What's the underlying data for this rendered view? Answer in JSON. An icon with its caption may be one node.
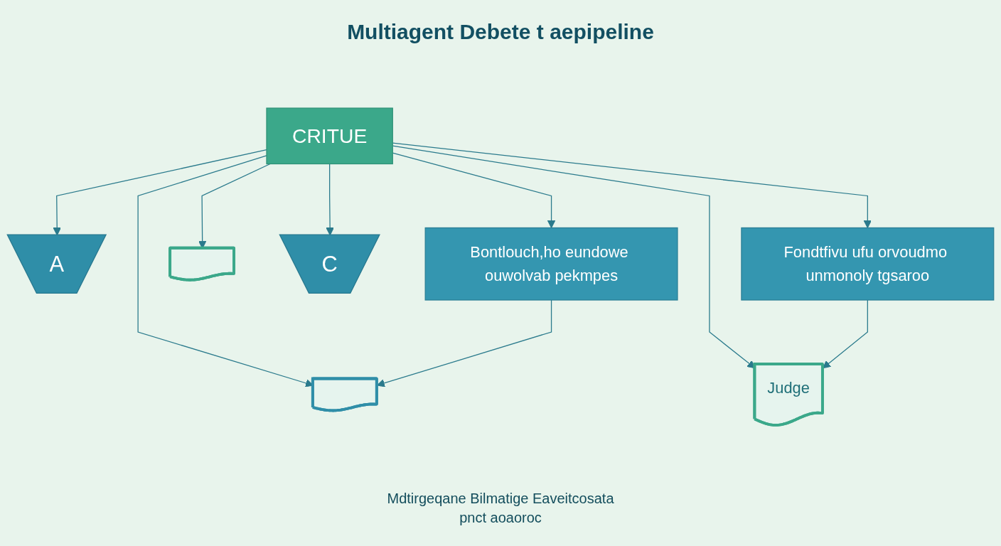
{
  "diagram": {
    "title": "Multiagent Debete t aepipeline",
    "nodes": [
      {
        "text": [
          "CRITUE"
        ]
      },
      {
        "text": [
          "A"
        ]
      },
      {
        "text": [
          "C"
        ]
      },
      {
        "text": [],
        "shape": "document"
      },
      {
        "text": [
          "Bontlouch,ho eundowe ouwolvab pekmpes"
        ]
      },
      {
        "text": [
          "Fondtfivu ufu orvoudmo unmonoly tgsaroo"
        ]
      },
      {
        "text": [],
        "shape": "document"
      },
      {
        "text": [
          "Judge"
        ]
      }
    ],
    "edges": [
      {
        "from": 0,
        "to": 3,
        "arrow": "to"
      },
      {
        "from": 0,
        "to": 1,
        "arrow": "to"
      },
      {
        "from": 0,
        "to": 4,
        "arrow": "to"
      },
      {
        "from": 0,
        "to": 6,
        "arrow": "to"
      },
      {
        "from": 0,
        "to": 2,
        "arrow": "to"
      },
      {
        "from": 0,
        "to": 5,
        "arrow": "to"
      },
      {
        "from": 0,
        "to": 7,
        "arrow": "to"
      },
      {
        "from": 4,
        "to": 6,
        "arrow": "to"
      },
      {
        "from": 5,
        "to": 7,
        "arrow": "to"
      }
    ],
    "caption": "Mdtirgeqane Bilmatige Eaveitcosata pnct aoaoroc"
  }
}
